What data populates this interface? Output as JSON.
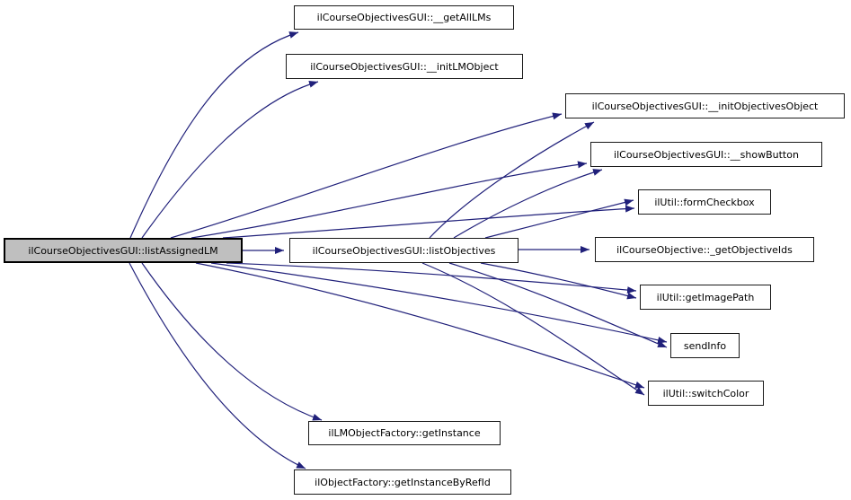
{
  "graph": {
    "type": "call-graph",
    "colors": {
      "edge": "#20207a",
      "node_border": "#1a1a1a",
      "node_fill": "#ffffff",
      "highlight_fill": "#bfbfbf",
      "text": "#000000",
      "background": "#ffffff"
    },
    "nodes": [
      {
        "id": "listAssignedLM",
        "label": "ilCourseObjectivesGUI::listAssignedLM",
        "highlighted": true
      },
      {
        "id": "getAllLMs",
        "label": "ilCourseObjectivesGUI::__getAllLMs",
        "highlighted": false
      },
      {
        "id": "initLMObject",
        "label": "ilCourseObjectivesGUI::__initLMObject",
        "highlighted": false
      },
      {
        "id": "initObjectivesObject",
        "label": "ilCourseObjectivesGUI::__initObjectivesObject",
        "highlighted": false
      },
      {
        "id": "showButton",
        "label": "ilCourseObjectivesGUI::__showButton",
        "highlighted": false
      },
      {
        "id": "formCheckbox",
        "label": "ilUtil::formCheckbox",
        "highlighted": false
      },
      {
        "id": "listObjectives",
        "label": "ilCourseObjectivesGUI::listObjectives",
        "highlighted": false
      },
      {
        "id": "getObjectiveIds",
        "label": "ilCourseObjective::_getObjectiveIds",
        "highlighted": false
      },
      {
        "id": "getImagePath",
        "label": "ilUtil::getImagePath",
        "highlighted": false
      },
      {
        "id": "sendInfo",
        "label": "sendInfo",
        "highlighted": false
      },
      {
        "id": "switchColor",
        "label": "ilUtil::switchColor",
        "highlighted": false
      },
      {
        "id": "getInstance",
        "label": "ilLMObjectFactory::getInstance",
        "highlighted": false
      },
      {
        "id": "getInstanceByRefId",
        "label": "ilObjectFactory::getInstanceByRefId",
        "highlighted": false
      }
    ],
    "edges": [
      {
        "from": "listAssignedLM",
        "to": "getAllLMs"
      },
      {
        "from": "listAssignedLM",
        "to": "initLMObject"
      },
      {
        "from": "listAssignedLM",
        "to": "initObjectivesObject"
      },
      {
        "from": "listAssignedLM",
        "to": "showButton"
      },
      {
        "from": "listAssignedLM",
        "to": "formCheckbox"
      },
      {
        "from": "listAssignedLM",
        "to": "listObjectives"
      },
      {
        "from": "listAssignedLM",
        "to": "getImagePath"
      },
      {
        "from": "listAssignedLM",
        "to": "sendInfo"
      },
      {
        "from": "listAssignedLM",
        "to": "switchColor"
      },
      {
        "from": "listAssignedLM",
        "to": "getInstance"
      },
      {
        "from": "listAssignedLM",
        "to": "getInstanceByRefId"
      },
      {
        "from": "listObjectives",
        "to": "initObjectivesObject"
      },
      {
        "from": "listObjectives",
        "to": "showButton"
      },
      {
        "from": "listObjectives",
        "to": "formCheckbox"
      },
      {
        "from": "listObjectives",
        "to": "getObjectiveIds"
      },
      {
        "from": "listObjectives",
        "to": "getImagePath"
      },
      {
        "from": "listObjectives",
        "to": "sendInfo"
      },
      {
        "from": "listObjectives",
        "to": "switchColor"
      }
    ]
  }
}
